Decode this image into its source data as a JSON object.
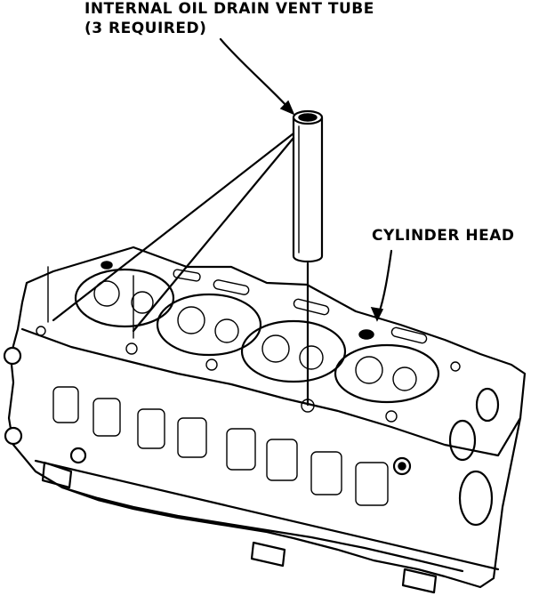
{
  "callouts": {
    "tube_line1": "INTERNAL OIL DRAIN VENT TUBE",
    "tube_line2": "(3 REQUIRED)",
    "cylinder_head": "CYLINDER HEAD"
  },
  "colors": {
    "ink": "#000000",
    "paper": "#ffffff"
  }
}
